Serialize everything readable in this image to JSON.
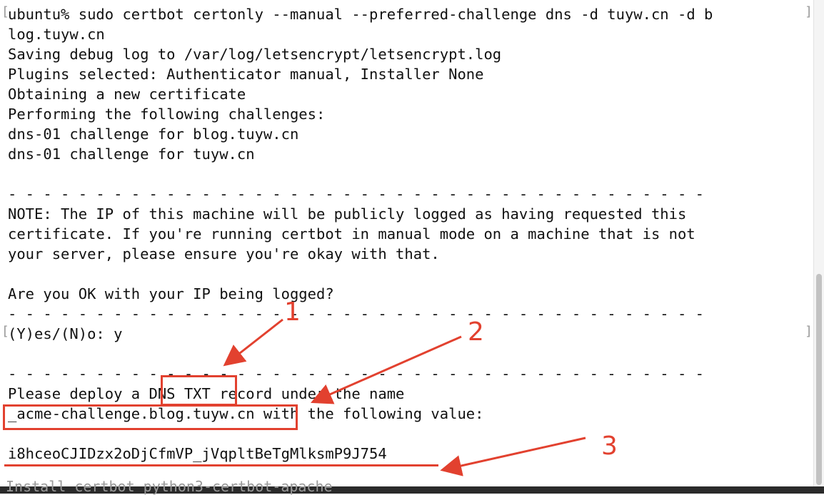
{
  "terminal": {
    "lines": [
      "ubuntu% sudo certbot certonly --manual --preferred-challenge dns -d tuyw.cn -d b",
      "log.tuyw.cn",
      "Saving debug log to /var/log/letsencrypt/letsencrypt.log",
      "Plugins selected: Authenticator manual, Installer None",
      "Obtaining a new certificate",
      "Performing the following challenges:",
      "dns-01 challenge for blog.tuyw.cn",
      "dns-01 challenge for tuyw.cn",
      "",
      "- - - - - - - - - - - - - - - - - - - - - - - - - - - - - - - - - - - - - - - -",
      "NOTE: The IP of this machine will be publicly logged as having requested this",
      "certificate. If you're running certbot in manual mode on a machine that is not",
      "your server, please ensure you're okay with that.",
      "",
      "Are you OK with your IP being logged?",
      "- - - - - - - - - - - - - - - - - - - - - - - - - - - - - - - - - - - - - - - -",
      "(Y)es/(N)o: y",
      "",
      "- - - - - - - - - - - - - - - - - - - - - - - - - - - - - - - - - - - - - - - -",
      "Please deploy a DNS TXT record under the name",
      "_acme-challenge.blog.tuyw.cn with the following value:",
      "",
      "i8hceoCJIDzx2oDjCfmVP_jVqpltBeTgMlksmP9J754"
    ],
    "bottom_partial": "Install certbot python3-certbot-apache"
  },
  "annotations": {
    "labels": [
      "1",
      "2",
      "3"
    ],
    "color": "#e2412f"
  }
}
